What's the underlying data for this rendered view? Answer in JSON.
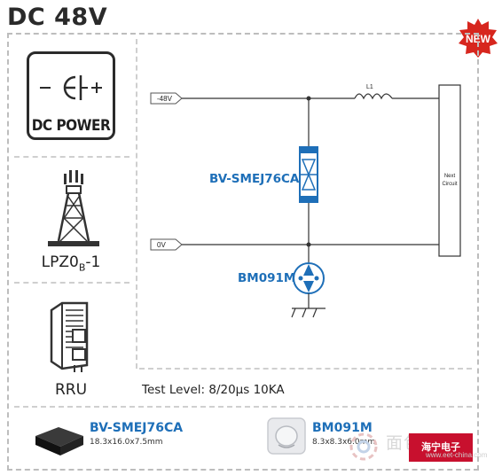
{
  "title": "DC 48V",
  "badge": "NEW",
  "left_panel": {
    "dc_power_label": "DC POWER",
    "lpz_label": "LPZ0",
    "lpz_sub": "B",
    "lpz_suffix": "-1",
    "rru_label": "RRU"
  },
  "circuit": {
    "input_top": "-48V",
    "input_bottom": "0V",
    "inductor": "L1",
    "next_circuit_line1": "Next",
    "next_circuit_line2": "Circuit",
    "tvs_label": "BV-SMEJ76CA",
    "gdt_label": "BM091M"
  },
  "test_level": "Test Level:  8/20μs 10KA",
  "products": [
    {
      "name": "BV-SMEJ76CA",
      "dims": "18.3x16.0x7.5mm"
    },
    {
      "name": "BM091M",
      "dims": "8.3x8.3x6.0mm"
    }
  ],
  "watermark": {
    "text": "面包板社区",
    "url": "www.eet-china.com",
    "logo": "海宁电子"
  },
  "colors": {
    "accent": "#1e6fb8",
    "badge": "#d7261e"
  }
}
